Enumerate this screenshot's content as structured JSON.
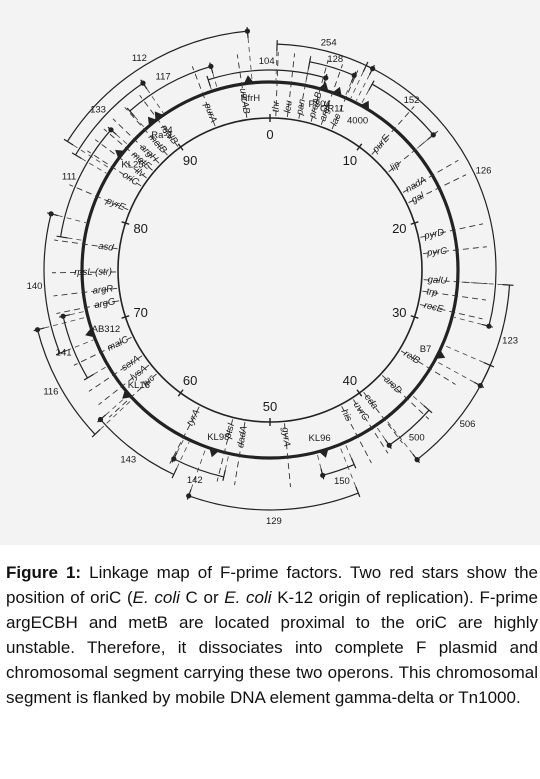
{
  "figure": {
    "min_labels": [
      "0",
      "10",
      "20",
      "30",
      "40",
      "50",
      "60",
      "70",
      "80",
      "90"
    ],
    "genes": [
      {
        "label": "thr",
        "min": 0.6
      },
      {
        "label": "leu",
        "min": 1.8
      },
      {
        "label": "pan",
        "min": 3.0
      },
      {
        "label": "proAB",
        "min": 4.3
      },
      {
        "label": "argF",
        "min": 5.4
      },
      {
        "label": "lac",
        "min": 6.6
      },
      {
        "label": "purE",
        "min": 11.5
      },
      {
        "label": "lip",
        "min": 14.0
      },
      {
        "label": "nadA",
        "min": 16.6
      },
      {
        "label": "gal",
        "min": 17.8
      },
      {
        "label": "pyrD",
        "min": 21.6
      },
      {
        "label": "pyrC",
        "min": 23.3
      },
      {
        "label": "galU",
        "min": 26.0
      },
      {
        "label": "trp",
        "min": 27.2
      },
      {
        "label": "recE",
        "min": 28.6
      },
      {
        "label": "relB",
        "min": 33.8
      },
      {
        "label": "aroD",
        "min": 37.0
      },
      {
        "label": "eda",
        "min": 39.6
      },
      {
        "label": "uvrC",
        "min": 40.9
      },
      {
        "label": "his",
        "min": 42.3
      },
      {
        "label": "gyrA",
        "min": 48.5
      },
      {
        "label": "dadA",
        "min": 52.6
      },
      {
        "label": "ptsI",
        "min": 53.9
      },
      {
        "label": "tyrA",
        "min": 57.6
      },
      {
        "label": "tuc",
        "min": 63.2
      },
      {
        "label": "lysA",
        "min": 64.4
      },
      {
        "label": "serA",
        "min": 65.6
      },
      {
        "label": "malC",
        "min": 67.8
      },
      {
        "label": "argG",
        "min": 71.8
      },
      {
        "label": "argR",
        "min": 73.1
      },
      {
        "label": "rpsL (str)",
        "min": 74.8
      },
      {
        "label": "asd",
        "min": 77.2
      },
      {
        "label": "pyrE",
        "min": 81.4
      },
      {
        "label": "oriC",
        "min": 84.2
      },
      {
        "label": "ilv",
        "min": 85.2
      },
      {
        "label": "metE",
        "min": 86.2
      },
      {
        "label": "argH",
        "min": 87.2
      },
      {
        "label": "metB",
        "min": 88.4
      },
      {
        "label": "malB",
        "min": 89.8
      },
      {
        "label": "purA",
        "min": 94.2
      },
      {
        "label": "uvrAB",
        "min": 97.6
      }
    ],
    "hfr_strains": [
      {
        "label": "HfrH",
        "min": 98.2
      },
      {
        "label": "P804",
        "min": 4.6
      },
      {
        "label": "OR11",
        "min": 5.8
      },
      {
        "label": "4000",
        "min": 8.4
      },
      {
        "label": "Ra-2",
        "min": 89.3
      },
      {
        "label": "J4",
        "min": 90.0
      },
      {
        "label": "KL25",
        "min": 85.5
      },
      {
        "label": "AB312",
        "min": 69.6
      },
      {
        "label": "KL16",
        "min": 63.6
      },
      {
        "label": "KL98",
        "min": 54.8
      },
      {
        "label": "KL96",
        "min": 45.4
      },
      {
        "label": "B7",
        "min": 32.4
      }
    ],
    "f_primes": [
      {
        "label": "104",
        "start": 95.0,
        "end": 4.5,
        "ring": 1
      },
      {
        "label": "128",
        "start": 3.0,
        "end": 6.5,
        "ring": 2
      },
      {
        "label": "254",
        "start": 0.5,
        "end": 7.5,
        "ring": 3
      },
      {
        "label": "152",
        "start": 8.0,
        "end": 14.0,
        "ring": 2
      },
      {
        "label": "126",
        "start": 7.0,
        "end": 29.0,
        "ring": 3
      },
      {
        "label": "123",
        "start": 26.0,
        "end": 33.0,
        "ring": 4
      },
      {
        "label": "506",
        "start": 31.5,
        "end": 39.5,
        "ring": 4
      },
      {
        "label": "500",
        "start": 36.5,
        "end": 40.5,
        "ring": 2
      },
      {
        "label": "150",
        "start": 43.5,
        "end": 46.0,
        "ring": 2
      },
      {
        "label": "129",
        "start": 44.0,
        "end": 55.5,
        "ring": 4
      },
      {
        "label": "142",
        "start": 53.5,
        "end": 57.5,
        "ring": 2
      },
      {
        "label": "143",
        "start": 57.0,
        "end": 63.5,
        "ring": 3
      },
      {
        "label": "116",
        "start": 63.0,
        "end": 71.0,
        "ring": 4
      },
      {
        "label": "141",
        "start": 66.5,
        "end": 71.5,
        "ring": 2
      },
      {
        "label": "140",
        "start": 69.0,
        "end": 79.0,
        "ring": 3
      },
      {
        "label": "111",
        "start": 77.5,
        "end": 86.5,
        "ring": 2
      },
      {
        "label": "133",
        "start": 83.5,
        "end": 90.5,
        "ring": 3
      },
      {
        "label": "117",
        "start": 88.5,
        "end": 95.5,
        "ring": 2
      },
      {
        "label": "112",
        "start": 84.0,
        "end": 98.5,
        "ring": 4
      }
    ]
  },
  "caption": {
    "label": "Figure 1:",
    "t1": " Linkage map of F-prime factors. Two red stars show the position of oriC (",
    "ecoli_c": "E. coli",
    "t2": " C or ",
    "ecoli_k12": "E. coli",
    "t3": " K-12 origin of replication). F-prime argECBH and metB are located proximal to the oriC are highly unstable. Therefore, it dissociates into complete F plasmid and chromosomal segment carrying these two operons. This chromosomal segment is flanked by mobile DNA element gamma-delta or Tn1000."
  }
}
